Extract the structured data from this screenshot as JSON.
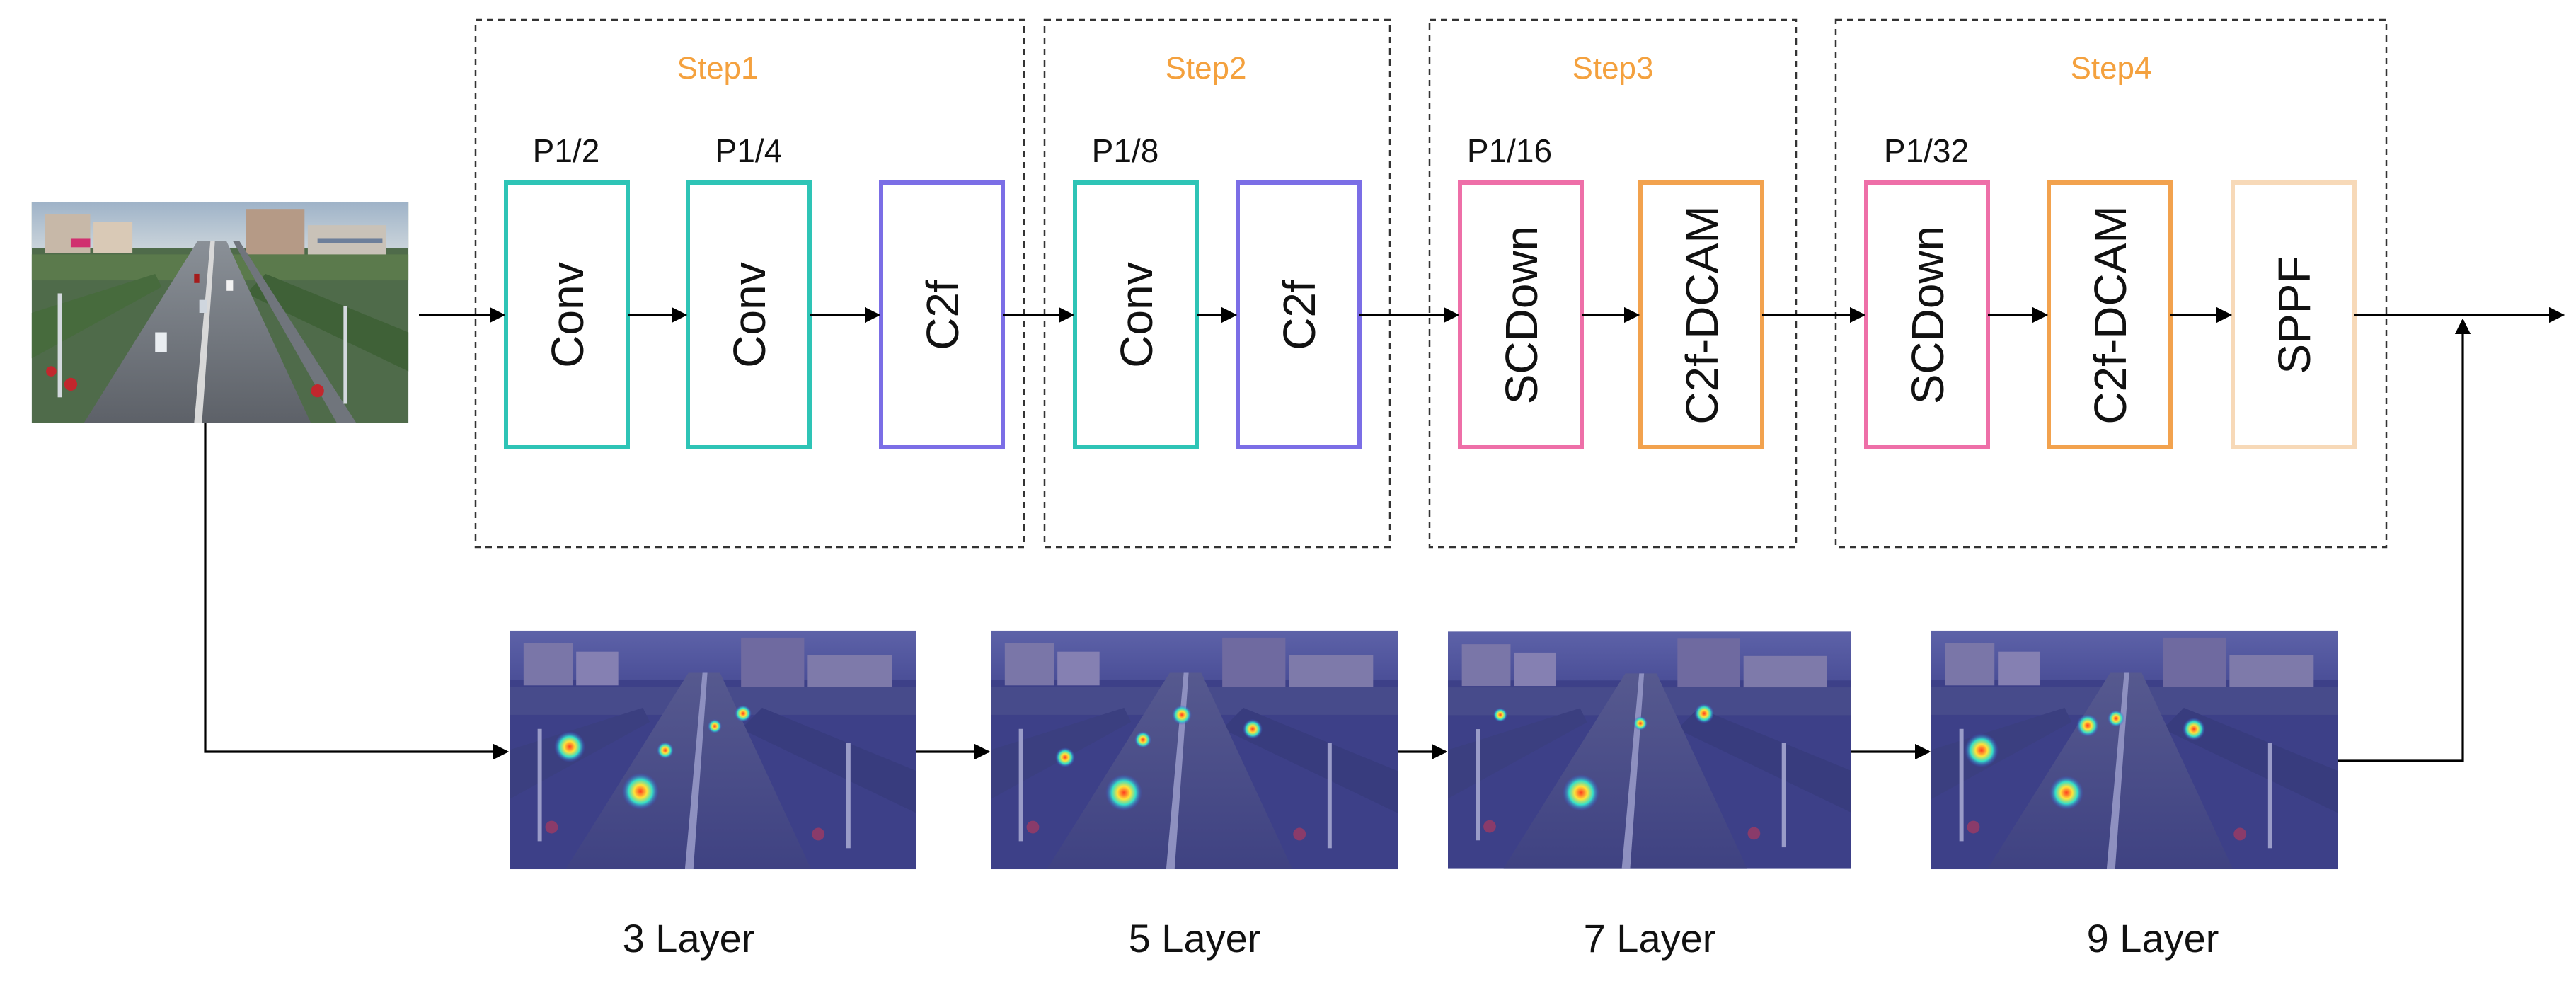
{
  "steps": [
    {
      "title": "Step1"
    },
    {
      "title": "Step2"
    },
    {
      "title": "Step3"
    },
    {
      "title": "Step4"
    }
  ],
  "resolutions": [
    "P1/2",
    "P1/4",
    "P1/8",
    "P1/16",
    "P1/32"
  ],
  "blocks": [
    {
      "label": "Conv",
      "color": "#2ec4b6"
    },
    {
      "label": "Conv",
      "color": "#2ec4b6"
    },
    {
      "label": "C2f",
      "color": "#7b6ee6"
    },
    {
      "label": "Conv",
      "color": "#2ec4b6"
    },
    {
      "label": "C2f",
      "color": "#7b6ee6"
    },
    {
      "label": "SCDown",
      "color": "#ee6fa8"
    },
    {
      "label": "C2f-DCAM",
      "color": "#f2a24e"
    },
    {
      "label": "SCDown",
      "color": "#ee6fa8"
    },
    {
      "label": "C2f-DCAM",
      "color": "#f2a24e"
    },
    {
      "label": "SPPF",
      "color": "#f7d9b8"
    }
  ],
  "layers": [
    {
      "label": "3 Layer"
    },
    {
      "label": "5 Layer"
    },
    {
      "label": "7 Layer"
    },
    {
      "label": "9 Layer"
    }
  ],
  "icons": {
    "input_image": "aerial-road-photo",
    "heatmap": "attention-heatmap-image"
  }
}
